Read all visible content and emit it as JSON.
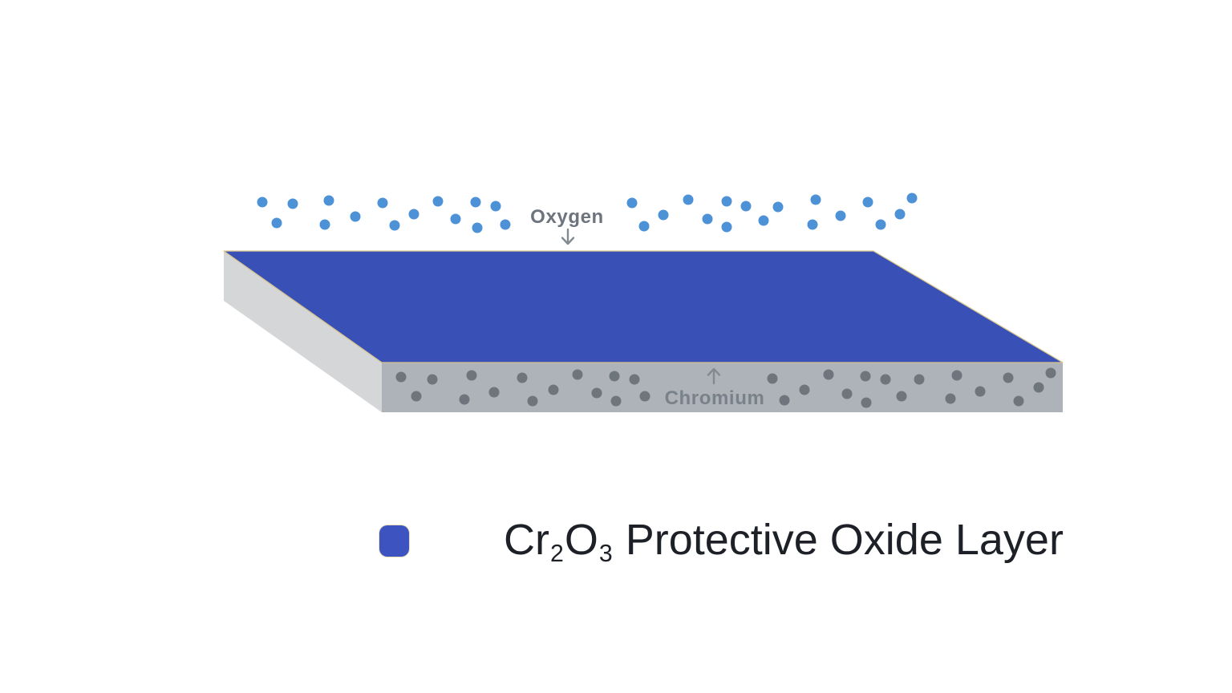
{
  "diagram": {
    "description": "Slab of chromium metal covered by a blue Cr2O3 protective oxide layer, with oxygen molecules above",
    "labels": {
      "oxygen": "Oxygen",
      "chromium": "Chromium"
    },
    "icons": {
      "oxygen_arrow": "arrow-down",
      "chromium_arrow": "arrow-up"
    }
  },
  "legend": {
    "formula": {
      "cr": "Cr",
      "sub_2": "2",
      "o": "O",
      "sub_3": "3"
    },
    "label_rest": " Protective Oxide Layer"
  },
  "colors": {
    "oxide_top": "#3950b6",
    "oxygen_dot": "#4d91d6",
    "chromium_front": "#aeb3b9",
    "chromium_side": "#d4d6d8",
    "chromium_dot": "#6e757c",
    "oxygen_label": "#6d747d",
    "chromium_label": "#79818a",
    "arrow": "#828a92",
    "legend_swatch": "#3c53c0",
    "legend_text": "#1d2127",
    "edge_line": "#d8c48c",
    "page_bg": "#ffffff"
  },
  "oxygen_dots": [
    [
      327,
      252
    ],
    [
      345,
      278
    ],
    [
      365,
      254
    ],
    [
      410,
      250
    ],
    [
      405,
      280
    ],
    [
      443,
      270
    ],
    [
      477,
      253
    ],
    [
      492,
      281
    ],
    [
      516,
      267
    ],
    [
      546,
      251
    ],
    [
      568,
      273
    ],
    [
      593,
      252
    ],
    [
      595,
      284
    ],
    [
      618,
      257
    ],
    [
      630,
      280
    ],
    [
      788,
      253
    ],
    [
      803,
      282
    ],
    [
      827,
      268
    ],
    [
      858,
      249
    ],
    [
      882,
      273
    ],
    [
      906,
      251
    ],
    [
      906,
      283
    ],
    [
      930,
      257
    ],
    [
      952,
      275
    ],
    [
      970,
      258
    ],
    [
      1017,
      249
    ],
    [
      1013,
      280
    ],
    [
      1048,
      269
    ],
    [
      1082,
      252
    ],
    [
      1098,
      280
    ],
    [
      1122,
      267
    ],
    [
      1137,
      247
    ]
  ],
  "chromium_dots": [
    [
      500,
      470
    ],
    [
      519,
      494
    ],
    [
      539,
      473
    ],
    [
      579,
      498
    ],
    [
      588,
      468
    ],
    [
      616,
      489
    ],
    [
      651,
      471
    ],
    [
      664,
      500
    ],
    [
      690,
      486
    ],
    [
      720,
      467
    ],
    [
      744,
      490
    ],
    [
      766,
      469
    ],
    [
      768,
      500
    ],
    [
      791,
      473
    ],
    [
      804,
      494
    ],
    [
      963,
      472
    ],
    [
      978,
      499
    ],
    [
      1003,
      486
    ],
    [
      1033,
      467
    ],
    [
      1056,
      491
    ],
    [
      1079,
      469
    ],
    [
      1080,
      502
    ],
    [
      1104,
      473
    ],
    [
      1124,
      494
    ],
    [
      1146,
      473
    ],
    [
      1185,
      497
    ],
    [
      1193,
      468
    ],
    [
      1222,
      488
    ],
    [
      1257,
      471
    ],
    [
      1270,
      500
    ],
    [
      1295,
      483
    ],
    [
      1310,
      465
    ]
  ]
}
